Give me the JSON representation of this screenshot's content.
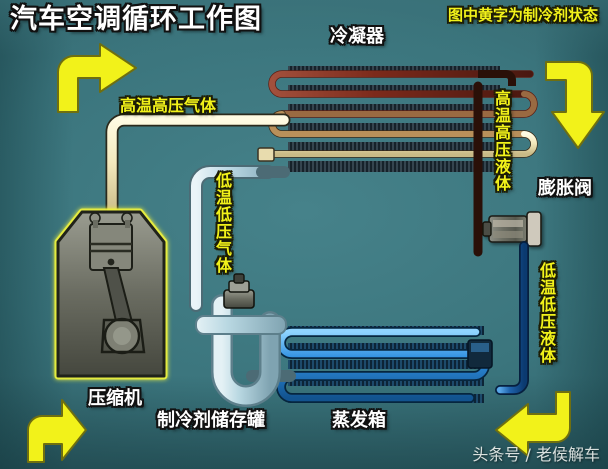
{
  "title": "汽车空调循环工作图",
  "hint": "图中黄字为制冷剂状态",
  "watermark": "头条号 / 老侯解车",
  "components": {
    "condenser": "冷凝器",
    "expansion_valve": "膨胀阀",
    "compressor": "压缩机",
    "receiver_tank": "制冷剂储存罐",
    "evaporator": "蒸发箱"
  },
  "refrigerant_states": {
    "high_temp_high_pressure_gas": "高温高压气体",
    "low_temp_low_pressure_gas": "低温低压气体",
    "high_temp_high_pressure_liquid": "高温高压液体",
    "low_temp_low_pressure_liquid": "低温低压液体"
  },
  "icons": {
    "arrow_top_left": "arrow-up-right",
    "arrow_top_right": "arrow-right-down",
    "arrow_bottom_left": "arrow-up",
    "arrow_bottom_right": "arrow-down-left"
  },
  "colors": {
    "background": "#3b757d",
    "state_text": "#f2f21a",
    "label_text": "#ffffff",
    "arrow": "#f2f21a",
    "hot_gas_pipe": "#f0e6bc",
    "hot_liquid_pipe": "#7a2a1c",
    "cold_gas_pipe": "#b9d8e2",
    "cold_liquid_pipe": "#1b5fa8",
    "evaporator_coil": "#2f8fe0",
    "condenser_fin": "#1d2a33",
    "compressor_body": "#6c6e62",
    "compressor_outline": "#e8ec3a"
  }
}
